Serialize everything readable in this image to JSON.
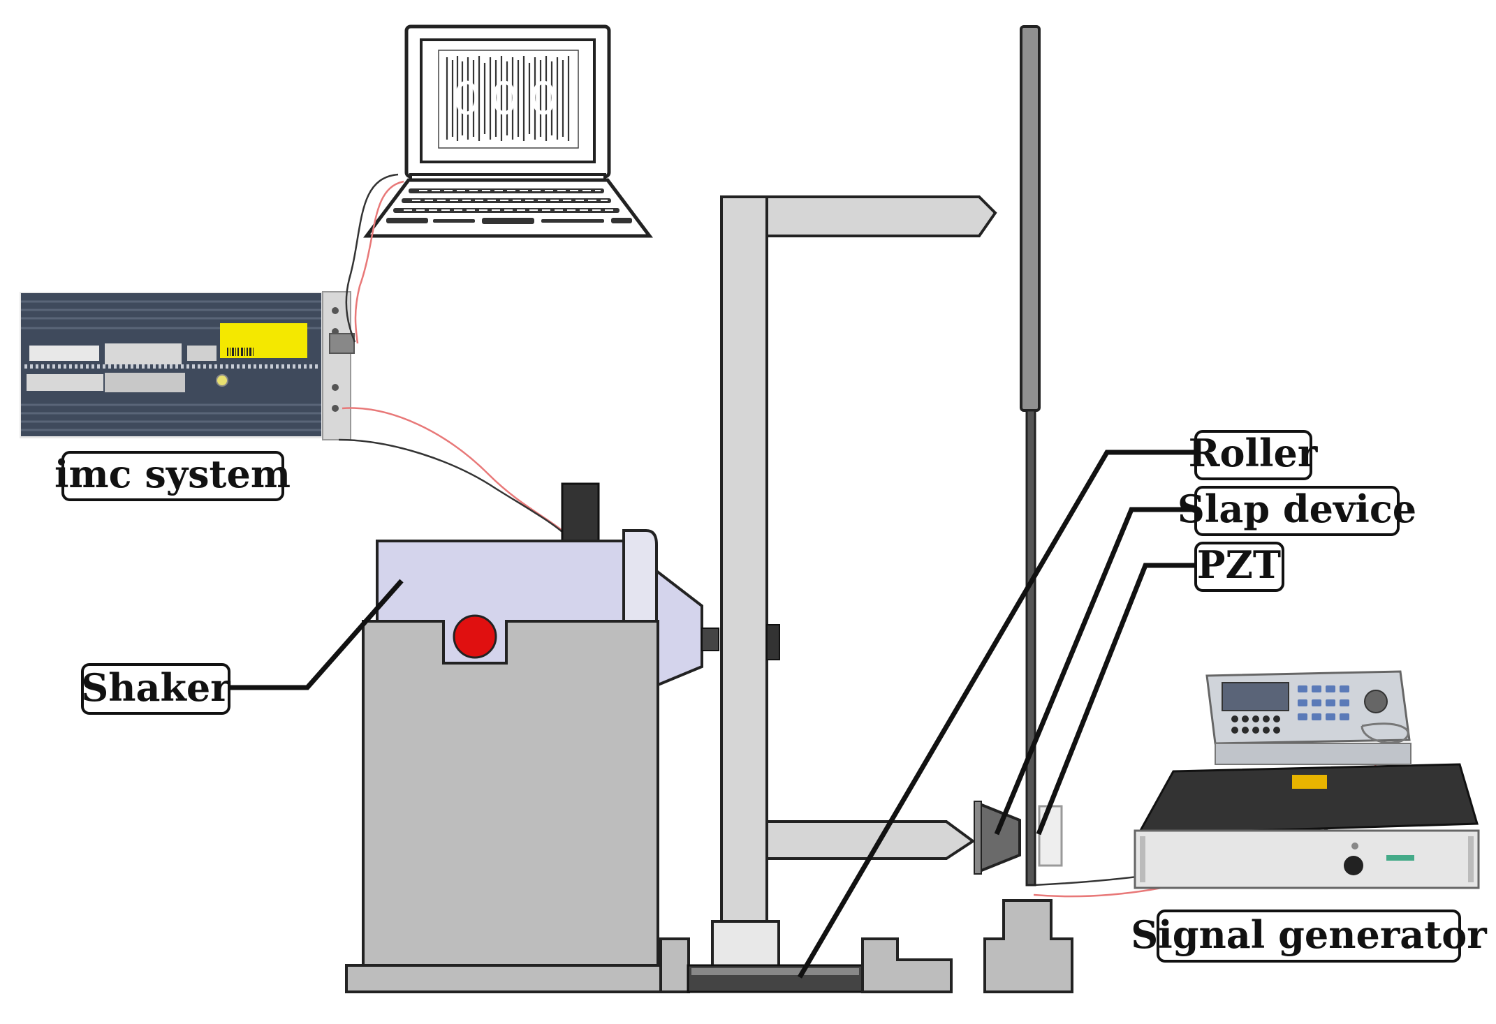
{
  "labels": {
    "imc_system": "imc system",
    "shaker": "Shaker",
    "roller": "Roller",
    "slap_device": "Slap device",
    "pzt": "PZT",
    "signal_generator": "Signal generator"
  },
  "colors": {
    "frame_gray": "#d6d6d6",
    "base_gray": "#bdbdbd",
    "shaker_lavender": "#d4d4ec",
    "indicator_red": "#e01010",
    "imc_body": "#4a5568",
    "sticker_yellow": "#f4e800",
    "cable_red": "#e87878",
    "cable_black": "#333333"
  }
}
